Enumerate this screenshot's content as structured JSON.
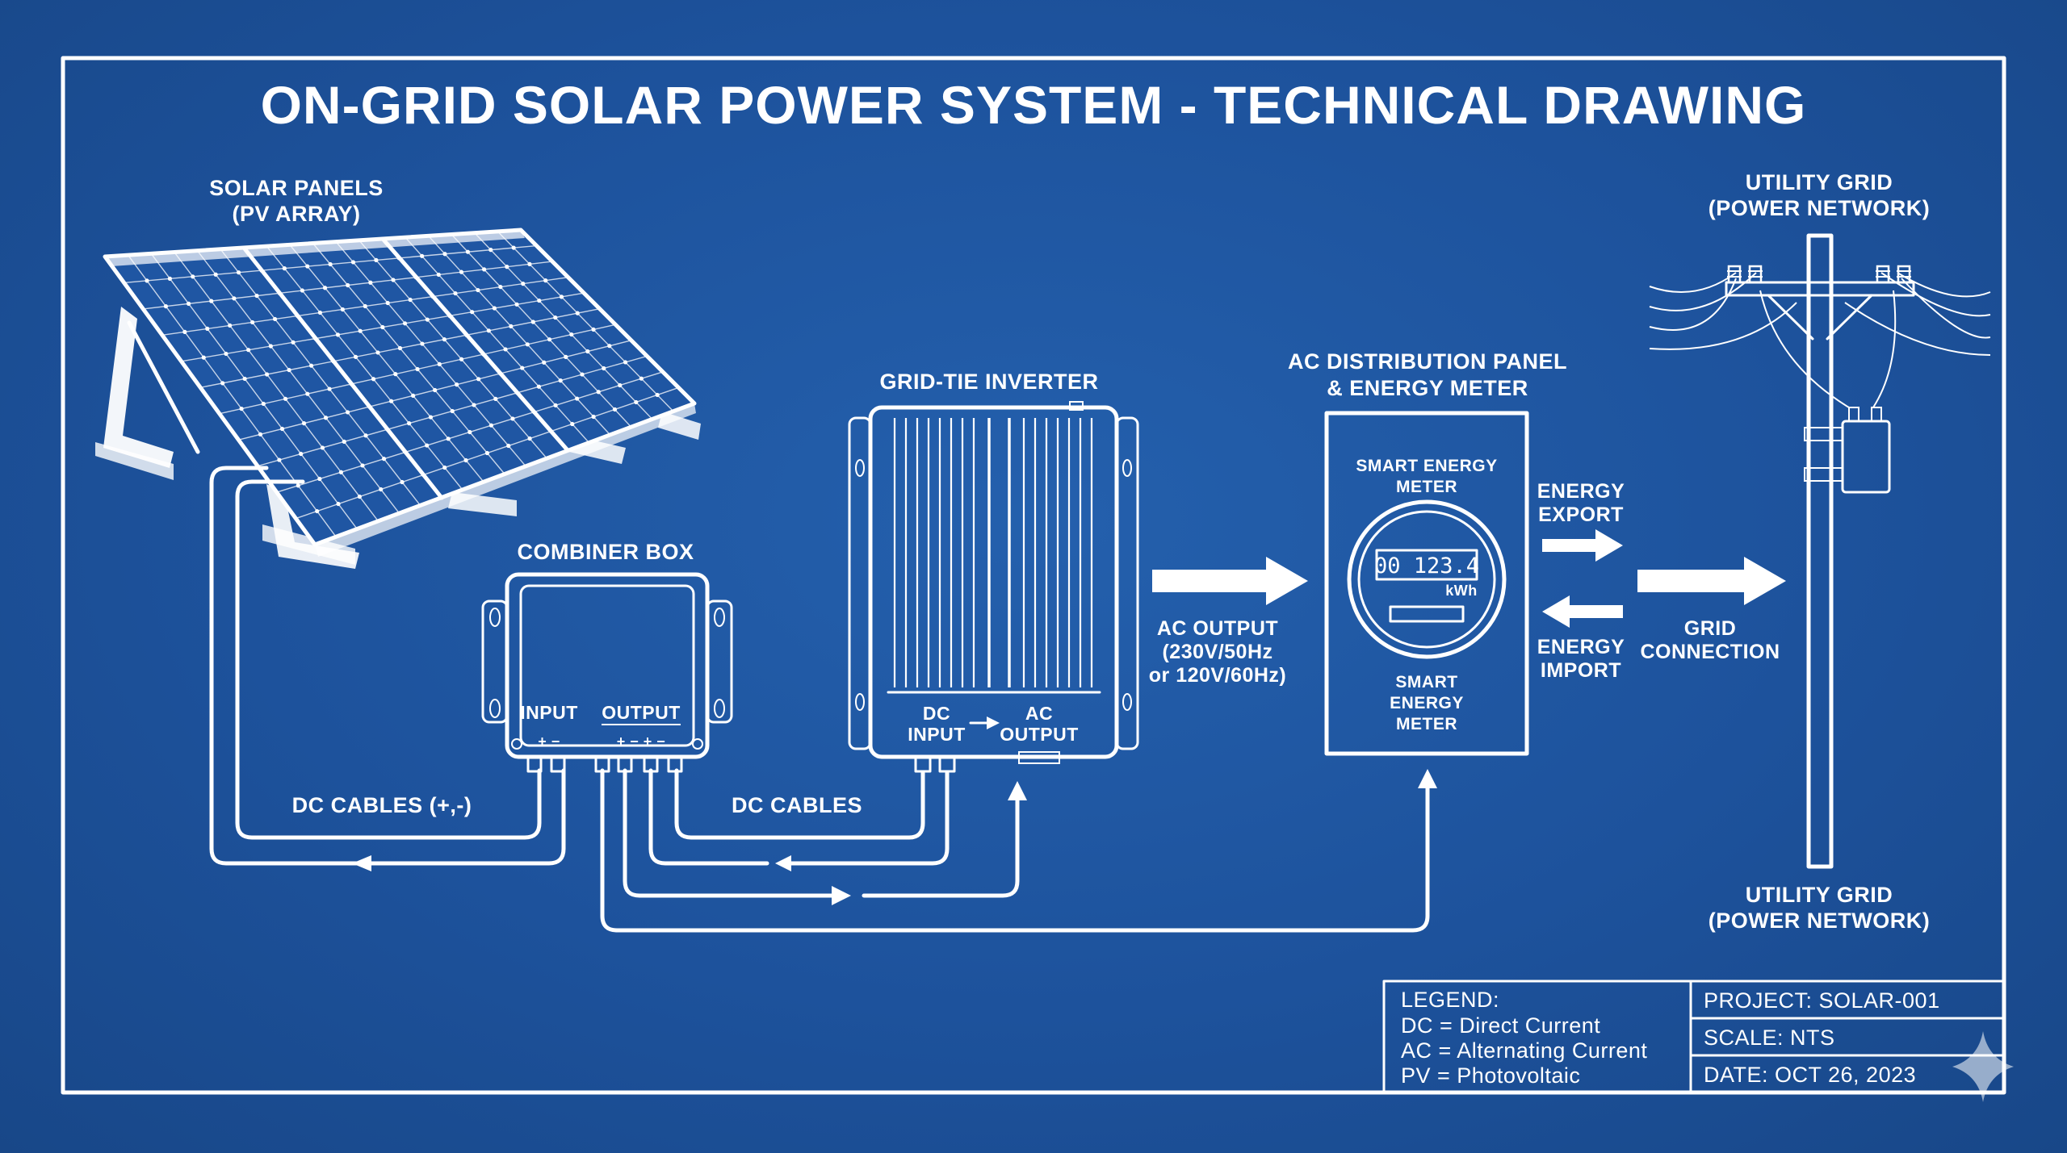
{
  "title": "ON-GRID SOLAR POWER SYSTEM - TECHNICAL DRAWING",
  "components": {
    "solar_panels": {
      "line1": "SOLAR PANELS",
      "line2": "(PV ARRAY)"
    },
    "combiner_box": {
      "title": "COMBINER BOX",
      "input_label": "INPUT",
      "output_label": "OUTPUT",
      "input_terminals": "+  −",
      "output_terminals": "+  −  +  −"
    },
    "inverter": {
      "title": "GRID-TIE INVERTER",
      "dc_line1": "DC",
      "dc_line2": "INPUT",
      "ac_line1": "AC",
      "ac_line2": "OUTPUT"
    },
    "distribution_panel": {
      "title_line1": "AC DISTRIBUTION PANEL",
      "title_line2": "& ENERGY METER",
      "meter_top_line1": "SMART ENERGY",
      "meter_top_line2": "METER",
      "meter_reading": "00 123.4",
      "meter_unit": "kWh",
      "meter_bottom_line1": "SMART",
      "meter_bottom_line2": "ENERGY",
      "meter_bottom_line3": "METER"
    },
    "utility_grid_top": {
      "line1": "UTILITY GRID",
      "line2": "(POWER NETWORK)"
    },
    "utility_grid_bottom": {
      "line1": "UTILITY GRID",
      "line2": "(POWER NETWORK)"
    }
  },
  "flows": {
    "dc_cables_left": "DC CABLES (+,-)",
    "dc_cables_mid": "DC CABLES",
    "ac_output_line1": "AC OUTPUT",
    "ac_output_line2": "(230V/50Hz",
    "ac_output_line3": "or 120V/60Hz)",
    "energy_export_line1": "ENERGY",
    "energy_export_line2": "EXPORT",
    "energy_import_line1": "ENERGY",
    "energy_import_line2": "IMPORT",
    "grid_connection_line1": "GRID",
    "grid_connection_line2": "CONNECTION"
  },
  "legend": {
    "heading": "LEGEND:",
    "items": [
      "DC = Direct Current",
      "AC = Alternating Current",
      "PV = Photovoltaic"
    ]
  },
  "title_block": {
    "project": "PROJECT: SOLAR-001",
    "scale": "SCALE: NTS",
    "date": "DATE: OCT 26, 2023"
  },
  "colors": {
    "background": "#1d529c",
    "linework": "#ffffff",
    "panel_cell": "#1f56a3"
  },
  "icons": [
    "solar-panel-icon",
    "combiner-box-icon",
    "inverter-icon",
    "energy-meter-icon",
    "utility-pole-icon",
    "sparkle-icon"
  ]
}
